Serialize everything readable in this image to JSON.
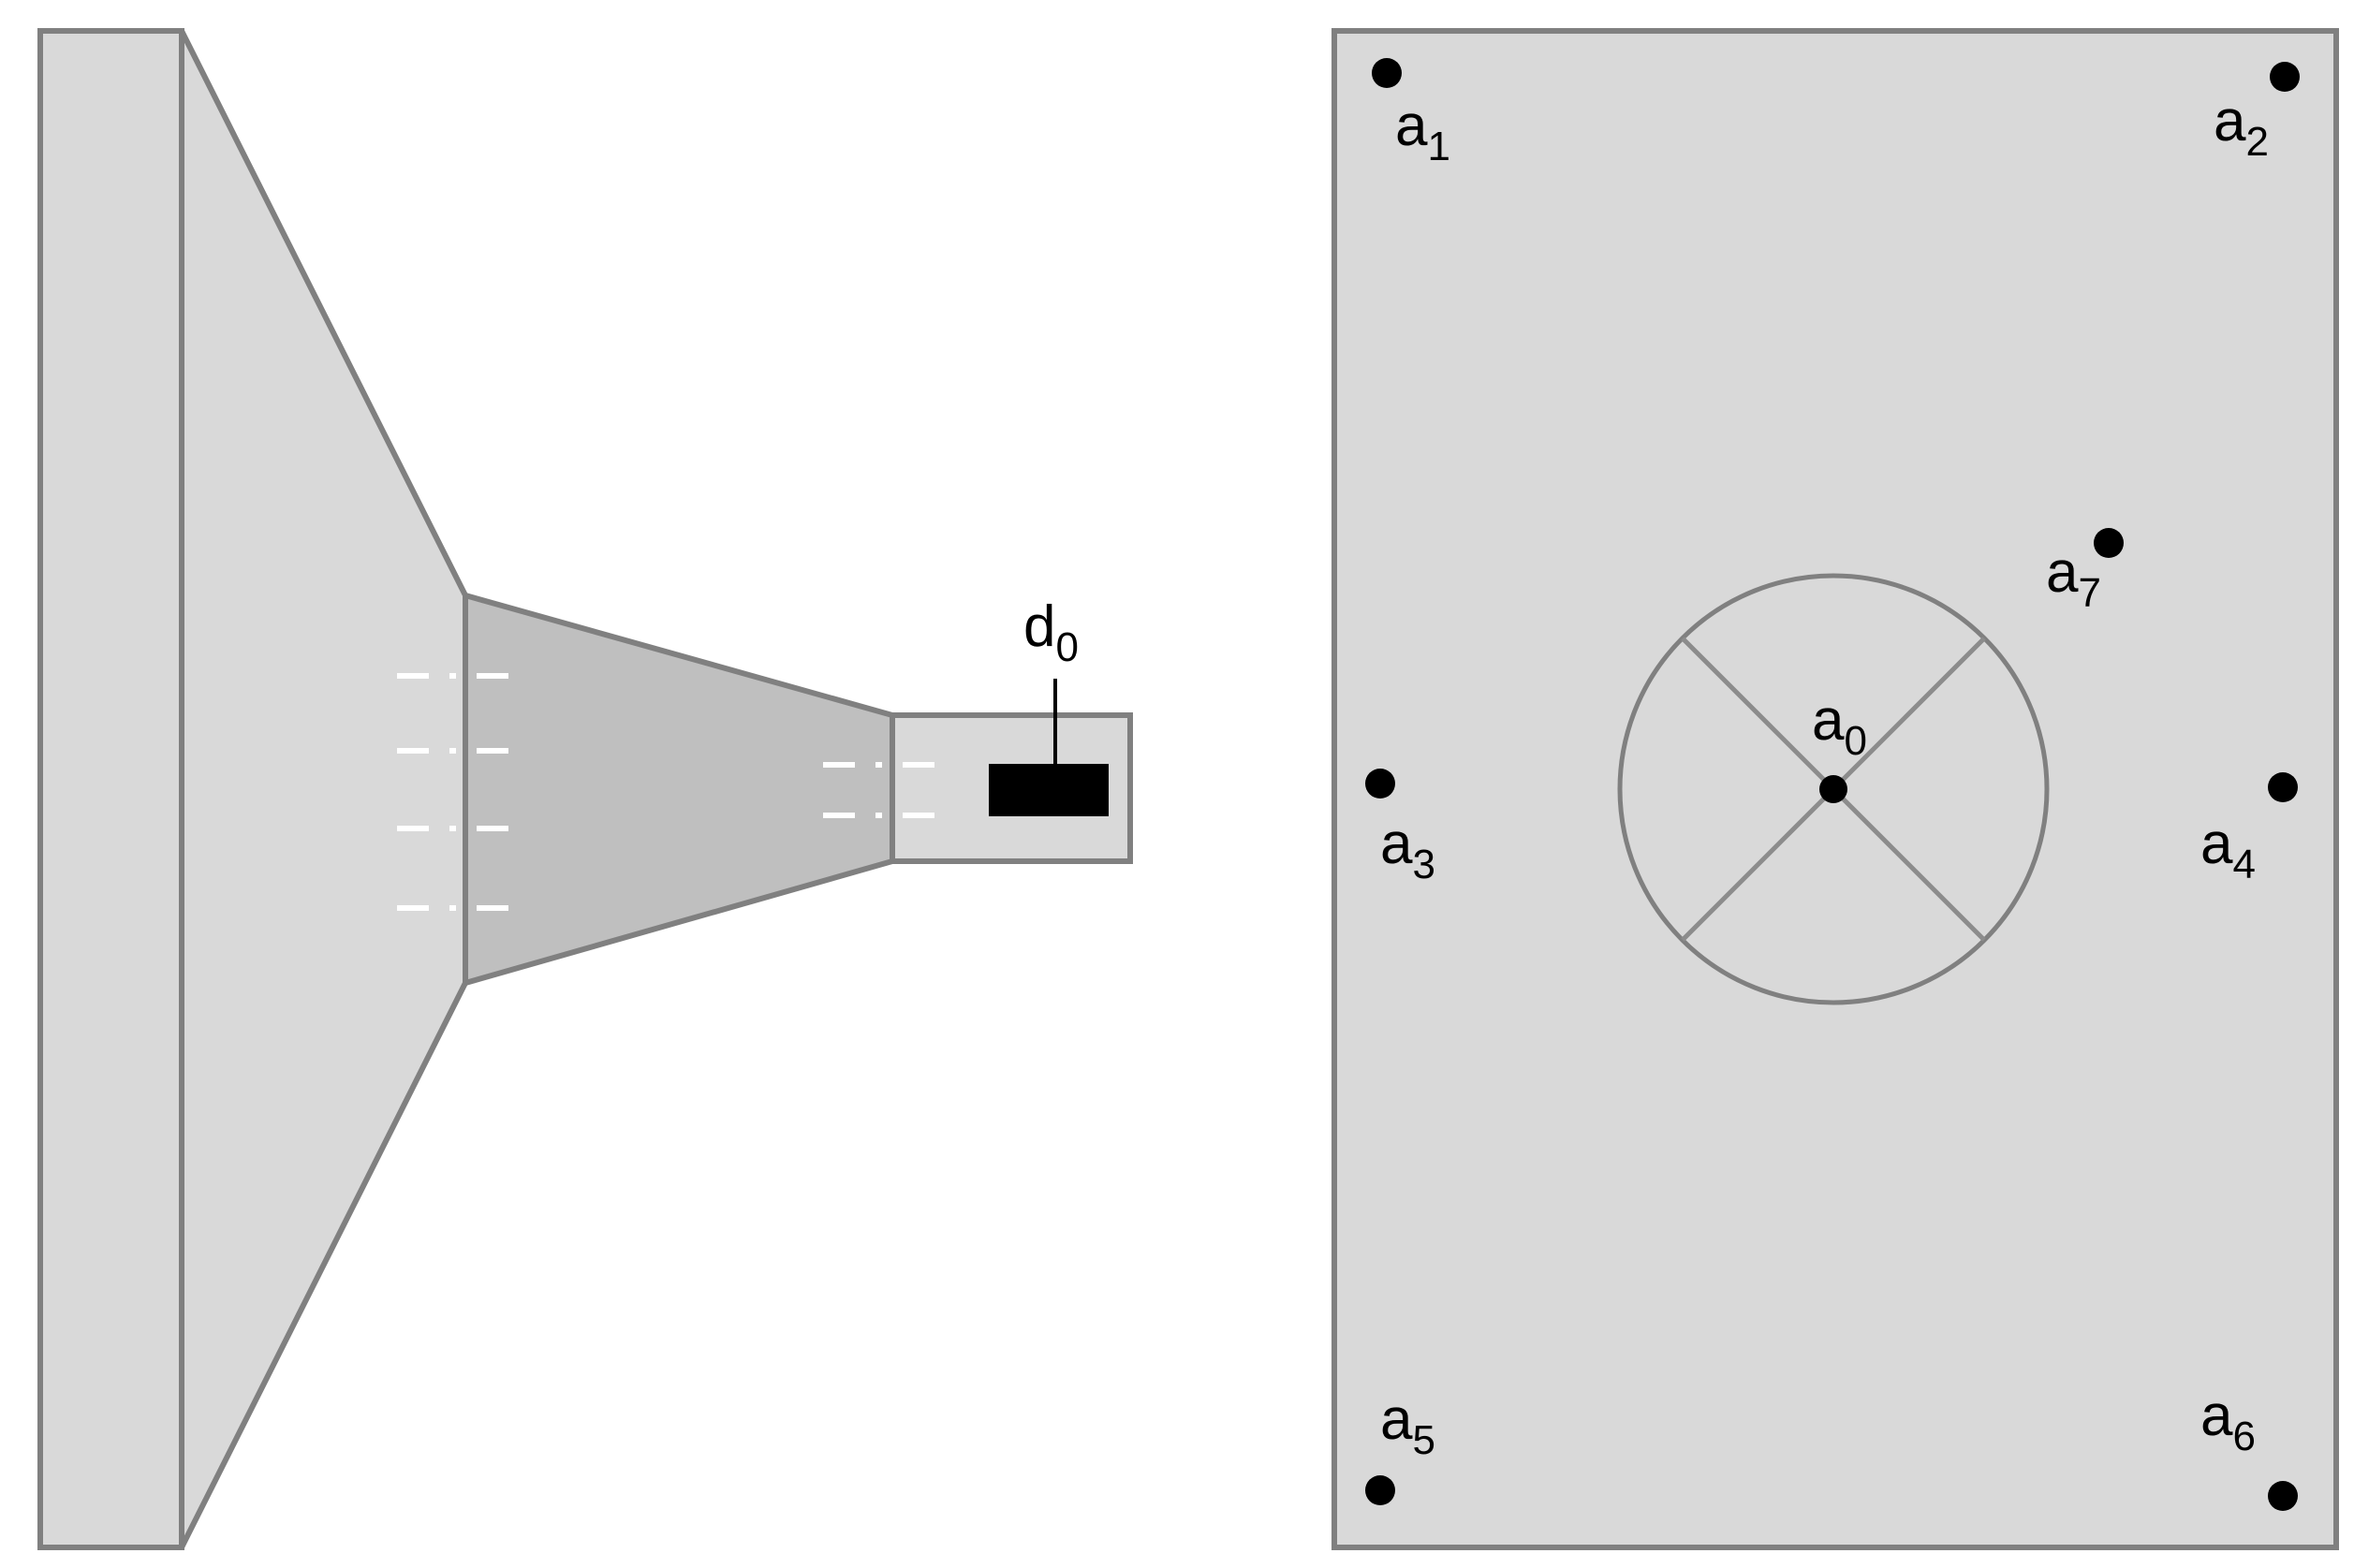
{
  "diagram": {
    "left_view": {
      "detector": {
        "base": "d",
        "sub": "0"
      }
    },
    "right_view": {
      "anchors": [
        {
          "base": "a",
          "sub": "0"
        },
        {
          "base": "a",
          "sub": "1"
        },
        {
          "base": "a",
          "sub": "2"
        },
        {
          "base": "a",
          "sub": "3"
        },
        {
          "base": "a",
          "sub": "4"
        },
        {
          "base": "a",
          "sub": "5"
        },
        {
          "base": "a",
          "sub": "6"
        },
        {
          "base": "a",
          "sub": "7"
        }
      ]
    },
    "colors": {
      "panel_fill": "#d9d9d9",
      "neck_fill": "#bfbfbf",
      "outline": "#808080",
      "marker": "#000000",
      "guide_dashes": "#ffffff"
    }
  }
}
